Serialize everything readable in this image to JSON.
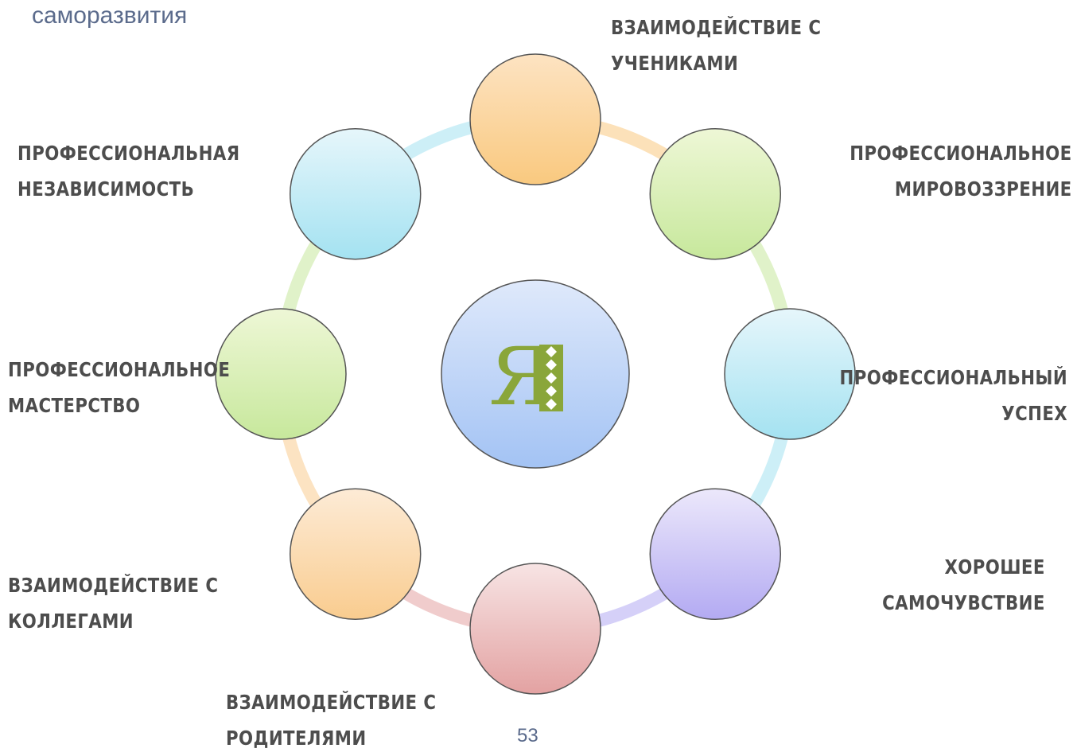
{
  "header": {
    "subtitle": "саморазвития"
  },
  "center": {
    "logo_letter": "Я",
    "icon": "logo-ya-icon"
  },
  "nodes": [
    {
      "id": "n0",
      "label_lines": [
        "Взаимодействие с",
        "учениками"
      ],
      "color_top": "#fde3c2",
      "color_bottom": "#f9c97f"
    },
    {
      "id": "n1",
      "label_lines": [
        "Профессиональное",
        "мировоззрение"
      ],
      "color_top": "#eef7d6",
      "color_bottom": "#c7e89c"
    },
    {
      "id": "n2",
      "label_lines": [
        "Профессиональный",
        "успех"
      ],
      "color_top": "#e6f6fb",
      "color_bottom": "#a4e2f1"
    },
    {
      "id": "n3",
      "label_lines": [
        "Хорошее",
        "самочувствие"
      ],
      "color_top": "#ece8fb",
      "color_bottom": "#b3aaf2"
    },
    {
      "id": "n4",
      "label_lines": [
        "Взаимодействие с",
        "родителями"
      ],
      "color_top": "#f7e4e4",
      "color_bottom": "#e3a2a2"
    },
    {
      "id": "n5",
      "label_lines": [
        "Взаимодействие с",
        "коллегами"
      ],
      "color_top": "#fdebd6",
      "color_bottom": "#f9cc8f"
    },
    {
      "id": "n6",
      "label_lines": [
        "Профессиональное",
        "мастерство"
      ],
      "color_top": "#eef7d6",
      "color_bottom": "#c7e89c"
    },
    {
      "id": "n7",
      "label_lines": [
        "Профессиональная",
        "независимость"
      ],
      "color_top": "#e6f6fb",
      "color_bottom": "#a4e2f1"
    }
  ],
  "center_colors": {
    "top": "#dfe9fb",
    "bottom": "#a3c3f4"
  },
  "logo_color": "#8aa63a",
  "page_number": "53"
}
